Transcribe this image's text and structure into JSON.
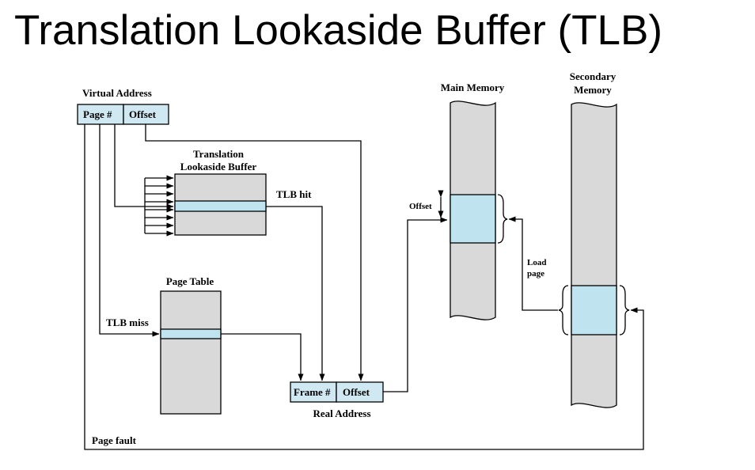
{
  "title": "Translation Lookaside Buffer (TLB)",
  "labels": {
    "virtual_address": "Virtual Address",
    "page_num": "Page #",
    "offset": "Offset",
    "tlb_title_line1": "Translation",
    "tlb_title_line2": "Lookaside Buffer",
    "tlb_hit": "TLB hit",
    "page_table": "Page Table",
    "tlb_miss": "TLB miss",
    "frame_num": "Frame #",
    "real_address": "Real Address",
    "main_memory": "Main Memory",
    "secondary_memory_line1": "Secondary",
    "secondary_memory_line2": "Memory",
    "mem_offset": "Offset",
    "load_line1": "Load",
    "load_line2": "page",
    "page_fault": "Page fault"
  },
  "colors": {
    "address_box_fill": "#cfe8f2",
    "highlight_fill": "#bfe4f0",
    "block_fill": "#d9d9d9",
    "stroke": "#000000"
  }
}
